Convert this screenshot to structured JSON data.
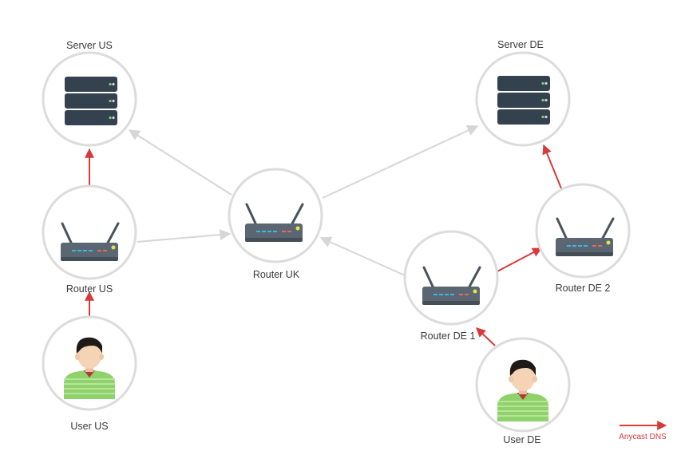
{
  "colors": {
    "connection": "#d6d6d6",
    "anycast": "#d63a3a",
    "node_border": "#dcdcdc",
    "server": "#34414f",
    "router": "#5b6673",
    "shirt": "#8fd16a",
    "skin": "#f5d3b5",
    "hair": "#1f1a17"
  },
  "nodes": {
    "server_us": {
      "label": "Server US",
      "icon": "server-icon"
    },
    "server_de": {
      "label": "Server DE",
      "icon": "server-icon"
    },
    "router_us": {
      "label": "Router US",
      "icon": "router-icon"
    },
    "router_uk": {
      "label": "Router UK",
      "icon": "router-icon"
    },
    "router_de1": {
      "label": "Router DE 1",
      "icon": "router-icon"
    },
    "router_de2": {
      "label": "Router DE 2",
      "icon": "router-icon"
    },
    "user_us": {
      "label": "User US",
      "icon": "user-icon"
    },
    "user_de": {
      "label": "User DE",
      "icon": "user-icon"
    }
  },
  "legend": {
    "label": "Anycast DNS"
  }
}
